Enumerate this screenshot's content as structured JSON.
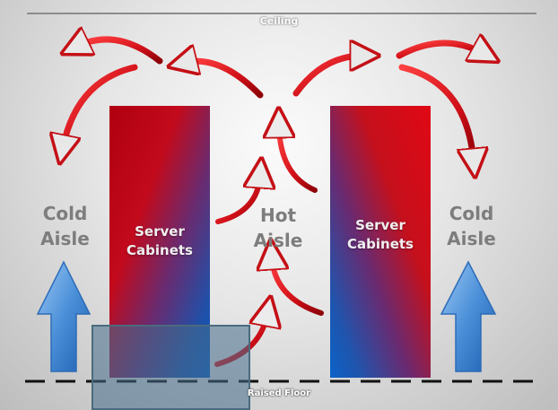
{
  "diagram": {
    "ceiling_label": "Ceiling",
    "floor_label": "Raised Floor",
    "left_aisle_label": "Cold\nAisle",
    "center_aisle_label": "Hot\nAisle",
    "right_aisle_label": "Cold\nAisle",
    "left_cabinet_label": "Server\nCabinets",
    "right_cabinet_label": "Server\nCabinets"
  },
  "colors": {
    "hot_air": "#d81418",
    "cold_air": "#4a8fd8",
    "cabinet_red": "#d80814",
    "cabinet_blue": "#1565c8",
    "label_gray": "#7d7d7d",
    "floor_tile": "#466e8c"
  }
}
